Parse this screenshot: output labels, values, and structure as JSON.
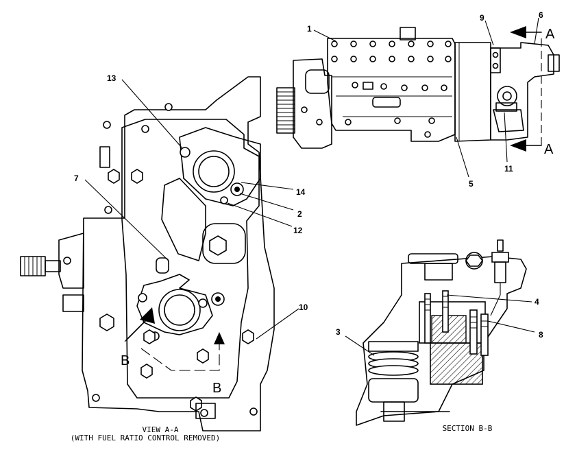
{
  "callouts": {
    "c1": "1",
    "c2": "2",
    "c3": "3",
    "c4": "4",
    "c5": "5",
    "c6": "6",
    "c7": "7",
    "c8": "8",
    "c9": "9",
    "c10": "10",
    "c11": "11",
    "c12": "12",
    "c13": "13",
    "c14": "14"
  },
  "section_markers": {
    "a_top": "A",
    "a_bottom": "A",
    "b_left": "B",
    "b_right": "B"
  },
  "captions": {
    "view_line1": "VIEW A-A",
    "view_line2": "(WITH FUEL RATIO CONTROL REMOVED)",
    "section": "SECTION B-B"
  }
}
